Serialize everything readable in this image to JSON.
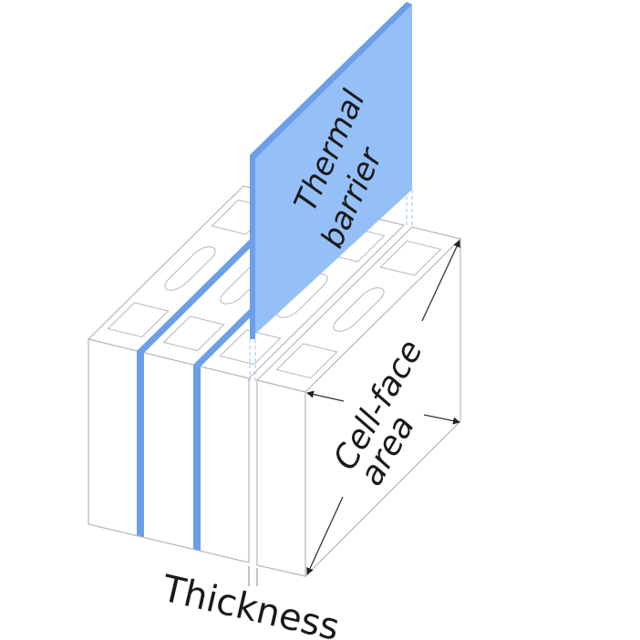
{
  "labels": {
    "barrier_line1": "Thermal",
    "barrier_line2": "barrier",
    "face_line1": "Cell-face",
    "face_line2": "area",
    "thickness": "Thickness"
  },
  "colors": {
    "barrier_fill": "#95bff7",
    "barrier_edge": "#6c9fe8",
    "outline": "#b8b8b8",
    "arrow": "#333333"
  }
}
